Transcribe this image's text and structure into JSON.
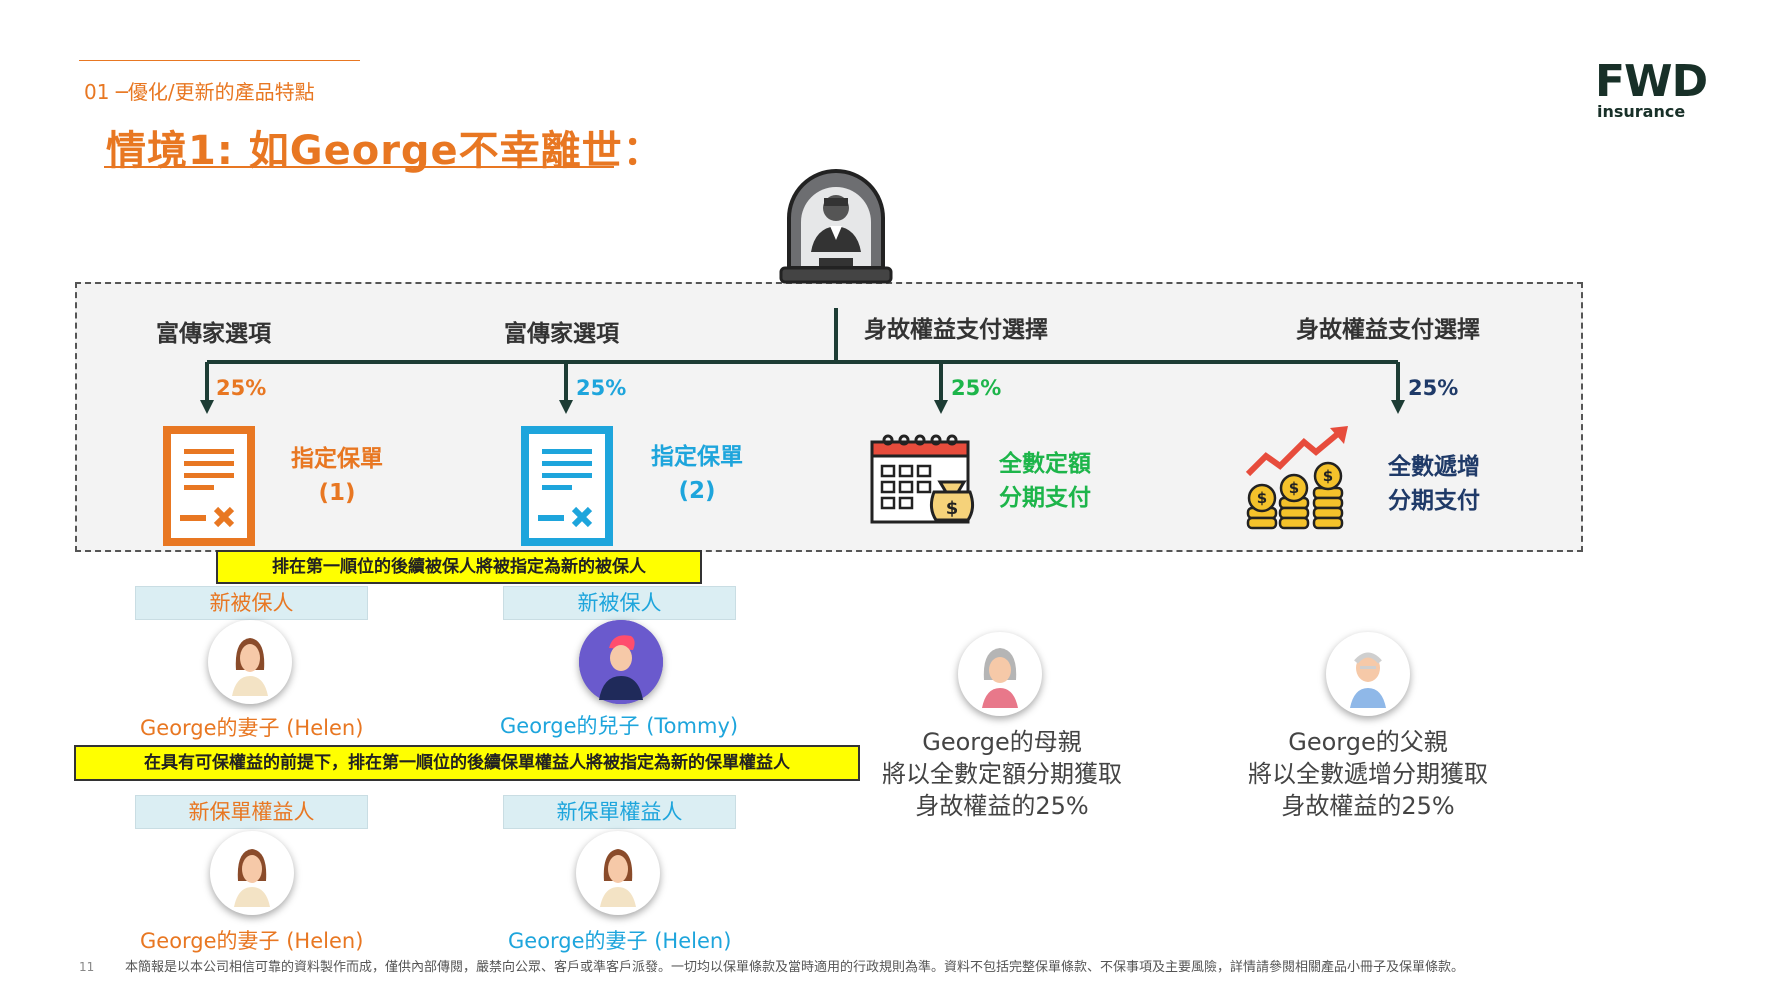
{
  "header": {
    "section_label": "01 ─優化/更新的產品特點",
    "title": "情境1: 如George不幸離世："
  },
  "logo": {
    "main": "FWD",
    "sub": "insurance"
  },
  "options": [
    {
      "label": "富傳家選項",
      "percent": "25%",
      "color": "#e87722",
      "icon": "policy-document-icon",
      "doc_line1": "指定保單",
      "doc_line2": "(1)"
    },
    {
      "label": "富傳家選項",
      "percent": "25%",
      "color": "#1ea5dc",
      "icon": "policy-document-icon",
      "doc_line1": "指定保單",
      "doc_line2": "(2)"
    },
    {
      "label": "身故權益支付選擇",
      "percent": "25%",
      "color": "#1db54a",
      "icon": "calendar-money-icon",
      "doc_line1": "全數定額",
      "doc_line2": "分期支付"
    },
    {
      "label": "身故權益支付選擇",
      "percent": "25%",
      "color": "#1f3a68",
      "icon": "growth-coins-icon",
      "doc_line1": "全數遞增",
      "doc_line2": "分期支付"
    }
  ],
  "banners": {
    "insured": "排在第一順位的後續被保人將被指定為新的被保人",
    "owner": "在具有可保權益的前提下，排在第一順位的後續保單權益人將被指定為新的保單權益人"
  },
  "roles": {
    "new_insured": "新被保人",
    "new_owner": "新保單權益人"
  },
  "people": {
    "insured_1": "George的妻子 (Helen)",
    "insured_2": "George的兒子 (Tommy)",
    "owner_1": "George的妻子 (Helen)",
    "owner_2": "George的妻子 (Helen)"
  },
  "parents": {
    "mother": {
      "line1": "George的母親",
      "line2": "將以全數定額分期獲取",
      "line3": "身故權益的25%"
    },
    "father": {
      "line1": "George的父親",
      "line2": "將以全數遞增分期獲取",
      "line3": "身故權益的25%"
    }
  },
  "footer": {
    "page_number": "11",
    "disclaimer": "本簡報是以本公司相信可靠的資料製作而成，僅供內部傳閱，嚴禁向公眾、客戶或準客戶派發。一切均以保單條款及當時適用的行政規則為準。資料不包括完整保單條款、不保事項及主要風險，詳情請參閱相關產品小冊子及保單條款。"
  },
  "colors": {
    "accent_orange": "#e87722",
    "blue": "#1ea5dc",
    "green": "#1db54a",
    "navy": "#1f3a68",
    "banner_yellow": "#ffff00",
    "role_box": "#dbeef3"
  }
}
